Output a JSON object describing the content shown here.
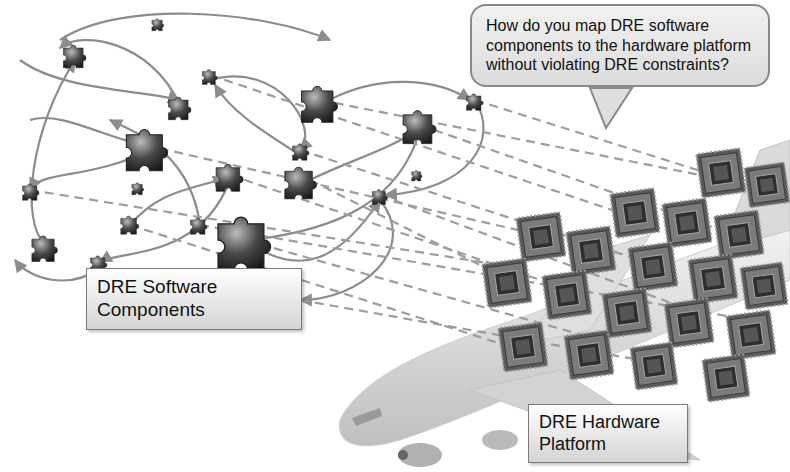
{
  "diagram": {
    "nodes": [
      {
        "text": [
          "How do you map DRE software components to the hardware platform without violating DRE constraints?"
        ]
      },
      {
        "text": [
          "DRE Software Components"
        ]
      },
      {
        "text": [
          "DRE Hardware Platform"
        ]
      }
    ]
  }
}
